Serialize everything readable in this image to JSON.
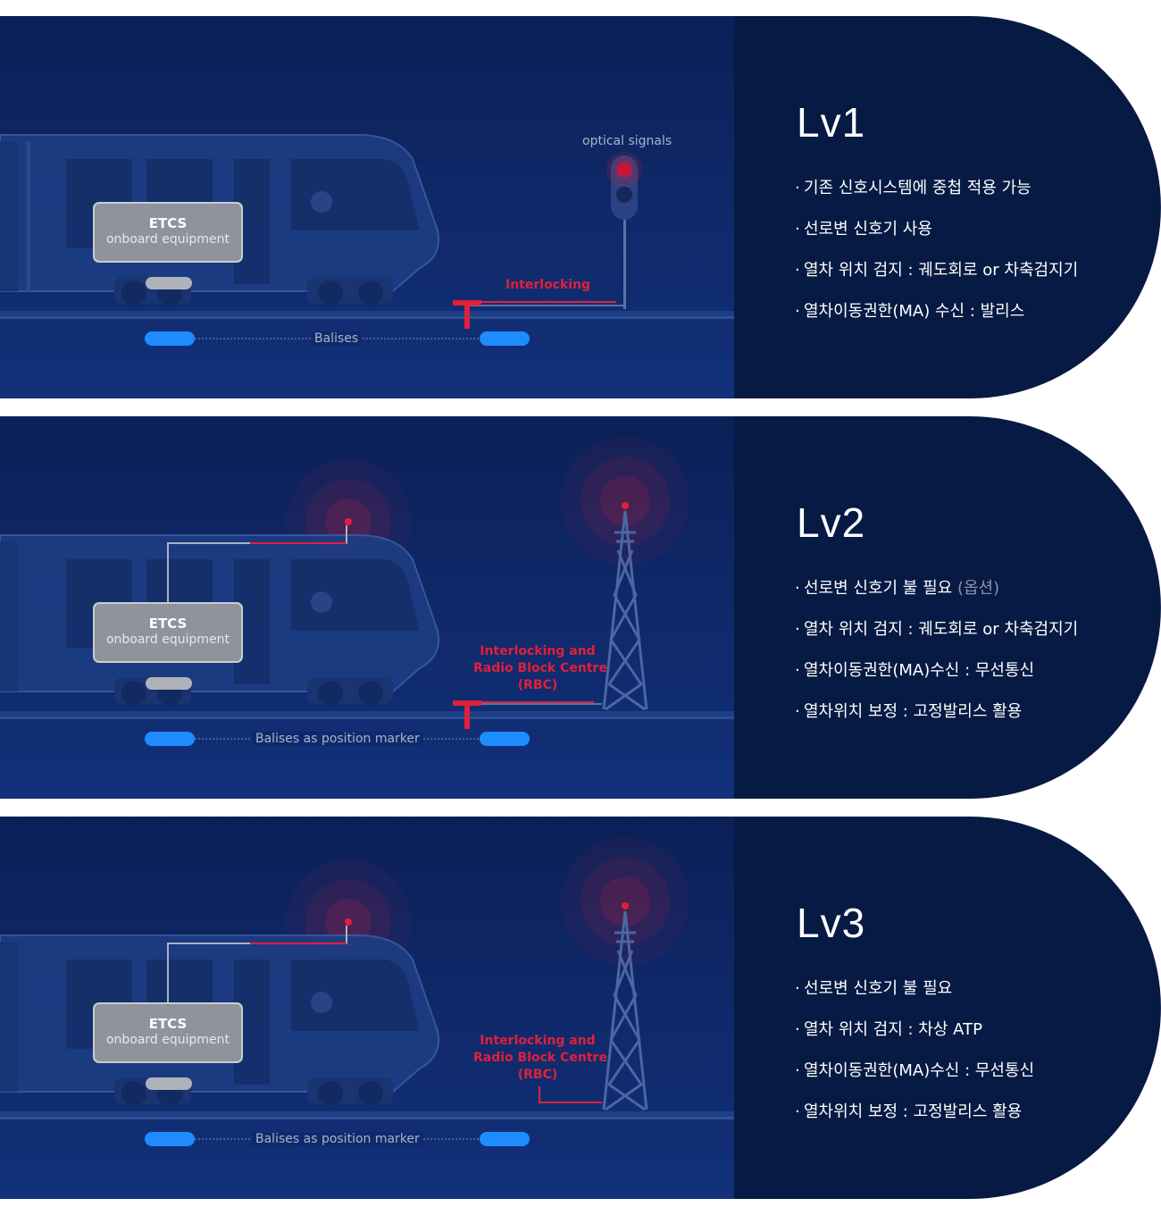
{
  "colors": {
    "panel_bg": "#0f2a6c",
    "info_bg": "#061a43",
    "accent_red": "#e0203a",
    "balise_blue": "#1e8cff"
  },
  "etcs": {
    "title": "ETCS",
    "subtitle": "onboard equipment"
  },
  "levels": [
    {
      "title": "Lv1",
      "bullets": [
        {
          "text": "기존 신호시스템에 중첩 적용 가능"
        },
        {
          "text": "선로변 신호기 사용"
        },
        {
          "text": "열차 위치 검지 : 궤도회로 or 차축검지기"
        },
        {
          "text": "열차이동권한(MA) 수신 : 발리스"
        }
      ],
      "labels": {
        "signal": "optical signals",
        "interlocking": "Interlocking",
        "balises": "Balises"
      }
    },
    {
      "title": "Lv2",
      "bullets": [
        {
          "text": "선로변 신호기 불 필요",
          "note": "(옵션)"
        },
        {
          "text": "열차 위치 검지 : 궤도회로 or 차축검지기"
        },
        {
          "text": "열차이동권한(MA)수신 : 무선통신"
        },
        {
          "text": "열차위치 보정 : 고정발리스 활용"
        }
      ],
      "labels": {
        "rbc_line1": "Interlocking and",
        "rbc_line2": "Radio Block Centre",
        "rbc_line3": "(RBC)",
        "balises": "Balises as position marker"
      }
    },
    {
      "title": "Lv3",
      "bullets": [
        {
          "text": "선로변 신호기 불 필요"
        },
        {
          "text": "열차 위치 검지 : 차상 ATP"
        },
        {
          "text": "열차이동권한(MA)수신 : 무선통신"
        },
        {
          "text": "열차위치 보정 : 고정발리스 활용"
        }
      ],
      "labels": {
        "rbc_line1": "Interlocking and",
        "rbc_line2": "Radio Block Centre",
        "rbc_line3": "(RBC)",
        "balises": "Balises as position marker"
      }
    }
  ]
}
